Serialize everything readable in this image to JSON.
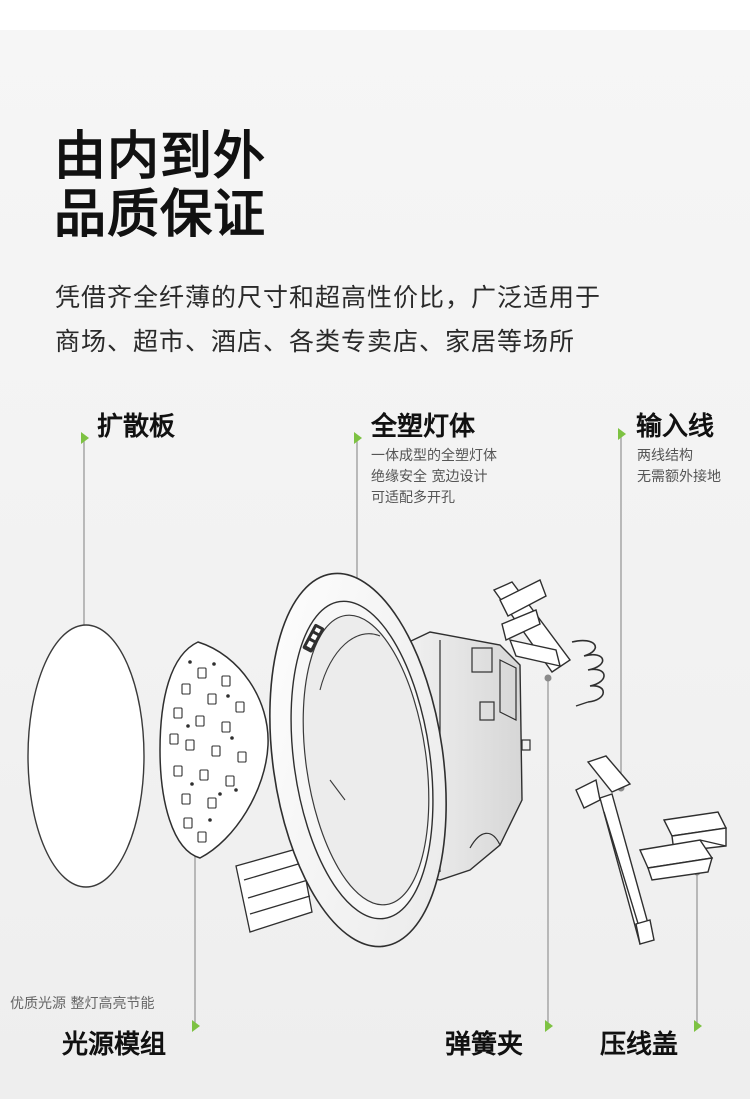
{
  "title": {
    "line1": "由内到外",
    "line2": "品质保证"
  },
  "description": {
    "line1": "凭借齐全纤薄的尺寸和超高性价比，广泛适用于",
    "line2": "商场、超市、酒店、各类专卖店、家居等场所"
  },
  "parts": {
    "diffuser": {
      "label": "扩散板"
    },
    "body": {
      "label": "全塑灯体",
      "notes": [
        "一体成型的全塑灯体",
        "绝缘安全 宽边设计",
        "可适配多开孔"
      ]
    },
    "input_wire": {
      "label": "输入线",
      "notes": [
        "两线结构",
        "无需额外接地"
      ]
    },
    "light_module": {
      "label": "光源模组",
      "note": "优质光源 整灯高亮节能"
    },
    "spring_clip": {
      "label": "弹簧夹"
    },
    "wire_cover": {
      "label": "压线盖"
    }
  },
  "colors": {
    "accent": "#7dc242",
    "text": "#111111",
    "subtext": "#555555"
  }
}
